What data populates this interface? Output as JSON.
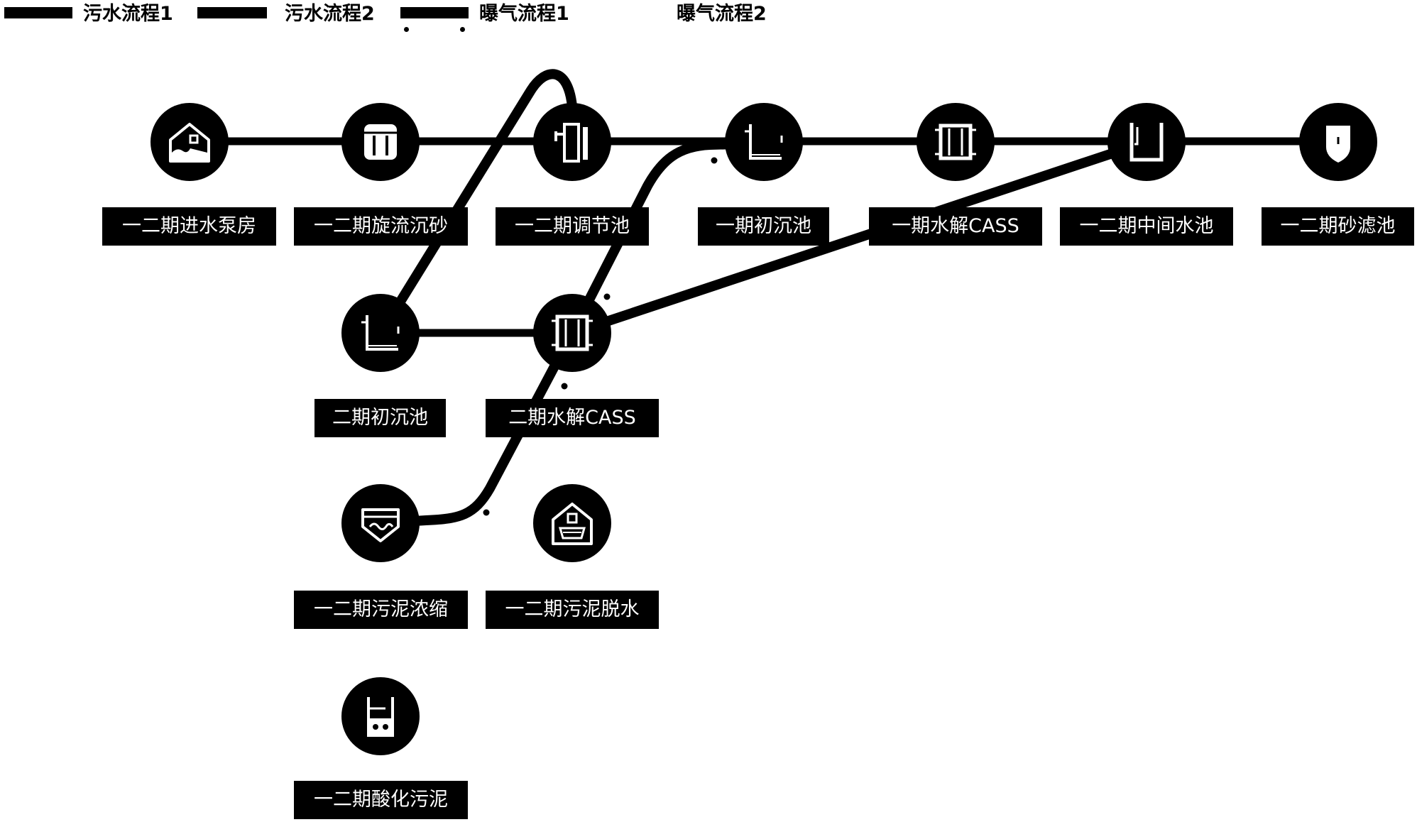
{
  "legend": [
    {
      "label": "污水流程1"
    },
    {
      "label": "污水流程2"
    },
    {
      "label": "曝气流程1"
    },
    {
      "label": "曝气流程2"
    }
  ],
  "nodes": [
    {
      "label": "一二期进水泵房",
      "icon": "pump-house-icon"
    },
    {
      "label": "一二期旋流沉砂",
      "icon": "grit-chamber-icon"
    },
    {
      "label": "一二期调节池",
      "icon": "regulating-tank-icon"
    },
    {
      "label": "一期初沉池",
      "icon": "sedimentation-tank-icon"
    },
    {
      "label": "一期水解CASS",
      "icon": "cass-tank-icon"
    },
    {
      "label": "一二期中间水池",
      "icon": "intermediate-pool-icon"
    },
    {
      "label": "一二期砂滤池",
      "icon": "sand-filter-icon"
    },
    {
      "label": "二期初沉池",
      "icon": "sedimentation-tank-icon"
    },
    {
      "label": "二期水解CASS",
      "icon": "cass-tank-icon"
    },
    {
      "label": "一二期污泥浓缩",
      "icon": "sludge-thickening-icon"
    },
    {
      "label": "一二期污泥脱水",
      "icon": "sludge-dewatering-icon"
    },
    {
      "label": "一二期酸化污泥",
      "icon": "acidified-sludge-icon"
    }
  ],
  "colors": {
    "background": "#ffffff",
    "line": "#000000",
    "node_fill": "#000000",
    "label_background": "#000000",
    "label_text": "#ffffff",
    "legend_text": "#000000"
  }
}
